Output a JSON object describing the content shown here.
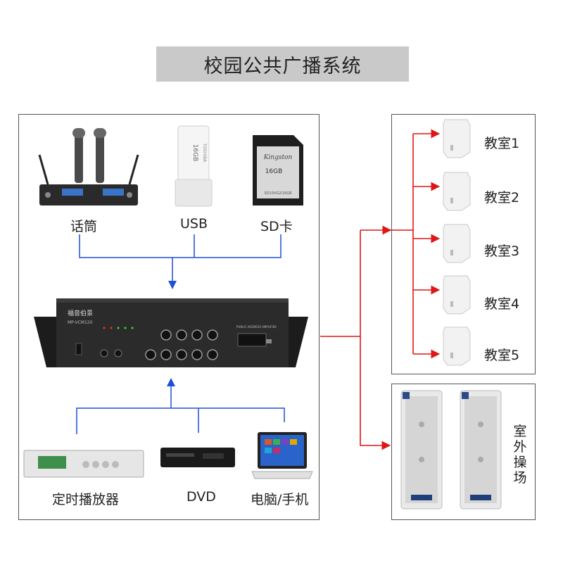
{
  "title": "校园公共广播系统",
  "sources_top": [
    {
      "label": "话筒",
      "icon": "microphone-receiver-icon"
    },
    {
      "label": "USB",
      "icon": "usb-drive-icon"
    },
    {
      "label": "SD卡",
      "icon": "sd-card-icon"
    }
  ],
  "sources_bottom": [
    {
      "label": "定时播放器",
      "icon": "timer-player-icon"
    },
    {
      "label": "DVD",
      "icon": "dvd-player-icon"
    },
    {
      "label": "电脑/手机",
      "icon": "laptop-icon"
    }
  ],
  "amplifier": {
    "icon": "amplifier-icon",
    "brand": "福音伯景",
    "model": "MP-VCM120",
    "front_text": "PUBLIC ADDRESS AMPLIFIER"
  },
  "classrooms": [
    "教室1",
    "教室2",
    "教室3",
    "教室4",
    "教室5"
  ],
  "outdoor": {
    "label": "室外操场",
    "icon": "column-speaker-icon"
  },
  "usb_drive": {
    "capacity": "16GB",
    "brand": "TOSHIBA"
  },
  "sd_card": {
    "brand": "Kingston",
    "capacity": "16GB",
    "model": "SD10VG2/16GB"
  },
  "colors": {
    "blue_line": "#1d4fd8",
    "red_line": "#e01515",
    "title_bg": "#c9c9c9"
  }
}
